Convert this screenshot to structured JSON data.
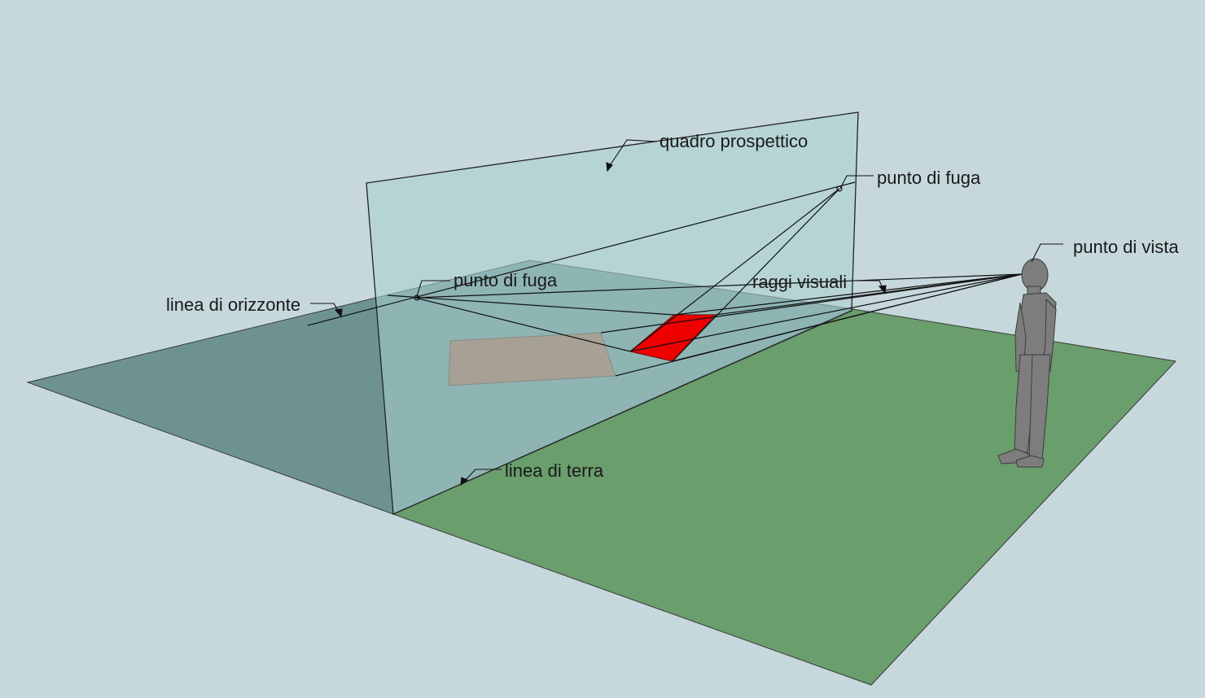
{
  "labels": {
    "picture_plane": "quadro prospettico",
    "vanishing_point_right": "punto di fuga",
    "vanishing_point_left": "punto di fuga",
    "viewpoint": "punto di vista",
    "visual_rays": "raggi visuali",
    "horizon_line": "linea di orizzonte",
    "ground_line": "linea di terra"
  },
  "colors": {
    "background": "#c6d8dc",
    "ground_front": "#6a9e6d",
    "ground_behind": "#6e9292",
    "picture_plane": "#a9d2cf",
    "object_shape": "#a5644f",
    "projected_shape": "#ee0000",
    "figure": "#7d7d7d"
  }
}
